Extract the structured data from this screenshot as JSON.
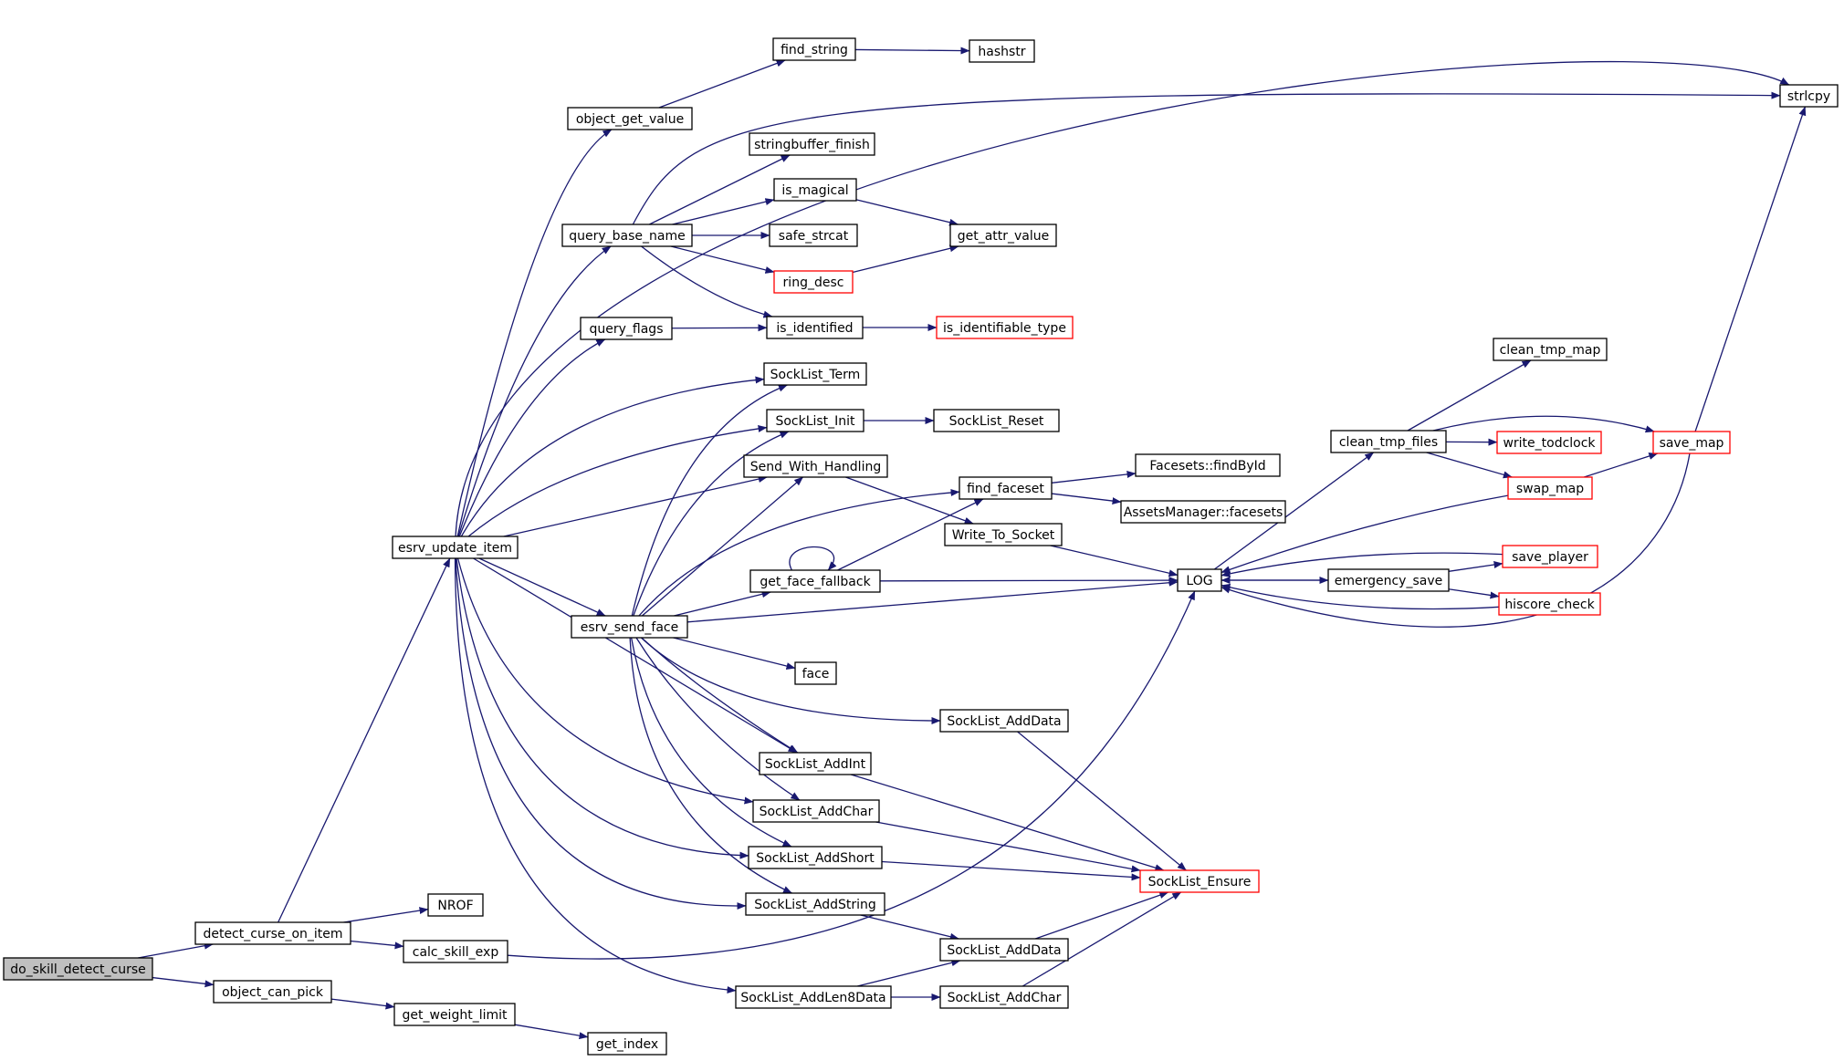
{
  "graph": {
    "colors": {
      "edge": "#191970",
      "node_border": "#000000",
      "truncated_node_border": "#ff0000",
      "root_fill": "#bfbfbf",
      "background": "#ffffff"
    },
    "nodes": [
      {
        "id": "do_skill_detect_curse",
        "label": "do_skill_detect_curse",
        "root": true
      },
      {
        "id": "detect_curse_on_item",
        "label": "detect_curse_on_item"
      },
      {
        "id": "object_can_pick",
        "label": "object_can_pick"
      },
      {
        "id": "esrv_update_item",
        "label": "esrv_update_item"
      },
      {
        "id": "NROF",
        "label": "NROF"
      },
      {
        "id": "calc_skill_exp",
        "label": "calc_skill_exp"
      },
      {
        "id": "get_weight_limit",
        "label": "get_weight_limit"
      },
      {
        "id": "get_index",
        "label": "get_index"
      },
      {
        "id": "object_get_value",
        "label": "object_get_value"
      },
      {
        "id": "query_base_name",
        "label": "query_base_name"
      },
      {
        "id": "query_flags",
        "label": "query_flags"
      },
      {
        "id": "esrv_send_face",
        "label": "esrv_send_face"
      },
      {
        "id": "find_string",
        "label": "find_string"
      },
      {
        "id": "hashstr",
        "label": "hashstr"
      },
      {
        "id": "stringbuffer_finish",
        "label": "stringbuffer_finish"
      },
      {
        "id": "is_magical",
        "label": "is_magical"
      },
      {
        "id": "safe_strcat",
        "label": "safe_strcat"
      },
      {
        "id": "ring_desc",
        "label": "ring_desc",
        "truncated": true
      },
      {
        "id": "is_identified",
        "label": "is_identified"
      },
      {
        "id": "get_attr_value",
        "label": "get_attr_value"
      },
      {
        "id": "is_identifiable_type",
        "label": "is_identifiable_type",
        "truncated": true
      },
      {
        "id": "SockList_Term",
        "label": "SockList_Term"
      },
      {
        "id": "SockList_Init",
        "label": "SockList_Init"
      },
      {
        "id": "SockList_Reset",
        "label": "SockList_Reset"
      },
      {
        "id": "Send_With_Handling",
        "label": "Send_With_Handling"
      },
      {
        "id": "Write_To_Socket",
        "label": "Write_To_Socket"
      },
      {
        "id": "find_faceset",
        "label": "find_faceset"
      },
      {
        "id": "Facesets_findById",
        "label": "Facesets::findById"
      },
      {
        "id": "AssetsManager_facesets",
        "label": "AssetsManager::facesets"
      },
      {
        "id": "get_face_fallback",
        "label": "get_face_fallback"
      },
      {
        "id": "face",
        "label": "face"
      },
      {
        "id": "SockList_AddData_top",
        "label": "SockList_AddData"
      },
      {
        "id": "SockList_AddInt",
        "label": "SockList_AddInt"
      },
      {
        "id": "SockList_AddChar_top",
        "label": "SockList_AddChar"
      },
      {
        "id": "SockList_AddShort",
        "label": "SockList_AddShort"
      },
      {
        "id": "SockList_AddString",
        "label": "SockList_AddString"
      },
      {
        "id": "SockList_AddData_bottom",
        "label": "SockList_AddData"
      },
      {
        "id": "SockList_AddLen8Data",
        "label": "SockList_AddLen8Data"
      },
      {
        "id": "SockList_AddChar_bottom",
        "label": "SockList_AddChar"
      },
      {
        "id": "SockList_Ensure",
        "label": "SockList_Ensure",
        "truncated": true
      },
      {
        "id": "LOG",
        "label": "LOG"
      },
      {
        "id": "emergency_save",
        "label": "emergency_save"
      },
      {
        "id": "clean_tmp_files",
        "label": "clean_tmp_files"
      },
      {
        "id": "clean_tmp_map",
        "label": "clean_tmp_map"
      },
      {
        "id": "write_todclock",
        "label": "write_todclock",
        "truncated": true
      },
      {
        "id": "swap_map",
        "label": "swap_map",
        "truncated": true
      },
      {
        "id": "save_map",
        "label": "save_map",
        "truncated": true
      },
      {
        "id": "save_player",
        "label": "save_player",
        "truncated": true
      },
      {
        "id": "hiscore_check",
        "label": "hiscore_check",
        "truncated": true
      },
      {
        "id": "strlcpy",
        "label": "strlcpy"
      }
    ],
    "edges": [
      [
        "do_skill_detect_curse",
        "detect_curse_on_item"
      ],
      [
        "do_skill_detect_curse",
        "object_can_pick"
      ],
      [
        "detect_curse_on_item",
        "esrv_update_item"
      ],
      [
        "detect_curse_on_item",
        "NROF"
      ],
      [
        "detect_curse_on_item",
        "calc_skill_exp"
      ],
      [
        "calc_skill_exp",
        "LOG"
      ],
      [
        "object_can_pick",
        "get_weight_limit"
      ],
      [
        "get_weight_limit",
        "get_index"
      ],
      [
        "esrv_update_item",
        "strlcpy"
      ],
      [
        "esrv_update_item",
        "object_get_value"
      ],
      [
        "esrv_update_item",
        "query_base_name"
      ],
      [
        "esrv_update_item",
        "query_flags"
      ],
      [
        "esrv_update_item",
        "SockList_Term"
      ],
      [
        "esrv_update_item",
        "SockList_Init"
      ],
      [
        "esrv_update_item",
        "Send_With_Handling"
      ],
      [
        "esrv_update_item",
        "esrv_send_face"
      ],
      [
        "esrv_update_item",
        "SockList_AddInt"
      ],
      [
        "esrv_update_item",
        "SockList_AddChar_top"
      ],
      [
        "esrv_update_item",
        "SockList_AddShort"
      ],
      [
        "esrv_update_item",
        "SockList_AddString"
      ],
      [
        "esrv_update_item",
        "SockList_AddLen8Data"
      ],
      [
        "object_get_value",
        "find_string"
      ],
      [
        "find_string",
        "hashstr"
      ],
      [
        "query_base_name",
        "strlcpy"
      ],
      [
        "query_base_name",
        "stringbuffer_finish"
      ],
      [
        "query_base_name",
        "is_magical"
      ],
      [
        "query_base_name",
        "safe_strcat"
      ],
      [
        "query_base_name",
        "ring_desc"
      ],
      [
        "query_base_name",
        "is_identified"
      ],
      [
        "is_magical",
        "get_attr_value"
      ],
      [
        "ring_desc",
        "get_attr_value"
      ],
      [
        "query_flags",
        "is_identified"
      ],
      [
        "is_identified",
        "is_identifiable_type"
      ],
      [
        "SockList_Init",
        "SockList_Reset"
      ],
      [
        "Send_With_Handling",
        "Write_To_Socket"
      ],
      [
        "Write_To_Socket",
        "LOG"
      ],
      [
        "esrv_send_face",
        "SockList_Term"
      ],
      [
        "esrv_send_face",
        "SockList_Init"
      ],
      [
        "esrv_send_face",
        "Send_With_Handling"
      ],
      [
        "esrv_send_face",
        "find_faceset"
      ],
      [
        "esrv_send_face",
        "get_face_fallback"
      ],
      [
        "esrv_send_face",
        "LOG"
      ],
      [
        "esrv_send_face",
        "face"
      ],
      [
        "esrv_send_face",
        "SockList_AddData_top"
      ],
      [
        "esrv_send_face",
        "SockList_AddInt"
      ],
      [
        "esrv_send_face",
        "SockList_AddChar_top"
      ],
      [
        "esrv_send_face",
        "SockList_AddShort"
      ],
      [
        "esrv_send_face",
        "SockList_AddString"
      ],
      [
        "find_faceset",
        "Facesets_findById"
      ],
      [
        "find_faceset",
        "AssetsManager_facesets"
      ],
      [
        "get_face_fallback",
        "get_face_fallback"
      ],
      [
        "get_face_fallback",
        "find_faceset"
      ],
      [
        "get_face_fallback",
        "LOG"
      ],
      [
        "SockList_AddData_top",
        "SockList_Ensure"
      ],
      [
        "SockList_AddInt",
        "SockList_Ensure"
      ],
      [
        "SockList_AddChar_top",
        "SockList_Ensure"
      ],
      [
        "SockList_AddShort",
        "SockList_Ensure"
      ],
      [
        "SockList_AddString",
        "SockList_AddData_bottom"
      ],
      [
        "SockList_AddData_bottom",
        "SockList_Ensure"
      ],
      [
        "SockList_AddLen8Data",
        "SockList_AddData_bottom"
      ],
      [
        "SockList_AddLen8Data",
        "SockList_AddChar_bottom"
      ],
      [
        "SockList_AddChar_bottom",
        "SockList_Ensure"
      ],
      [
        "LOG",
        "clean_tmp_files"
      ],
      [
        "LOG",
        "emergency_save"
      ],
      [
        "clean_tmp_files",
        "clean_tmp_map"
      ],
      [
        "clean_tmp_files",
        "write_todclock"
      ],
      [
        "clean_tmp_files",
        "swap_map"
      ],
      [
        "clean_tmp_files",
        "save_map"
      ],
      [
        "swap_map",
        "save_map"
      ],
      [
        "swap_map",
        "LOG"
      ],
      [
        "save_map",
        "strlcpy"
      ],
      [
        "save_map",
        "LOG"
      ],
      [
        "emergency_save",
        "LOG"
      ],
      [
        "emergency_save",
        "save_player"
      ],
      [
        "emergency_save",
        "hiscore_check"
      ],
      [
        "save_player",
        "LOG"
      ],
      [
        "hiscore_check",
        "LOG"
      ]
    ]
  }
}
